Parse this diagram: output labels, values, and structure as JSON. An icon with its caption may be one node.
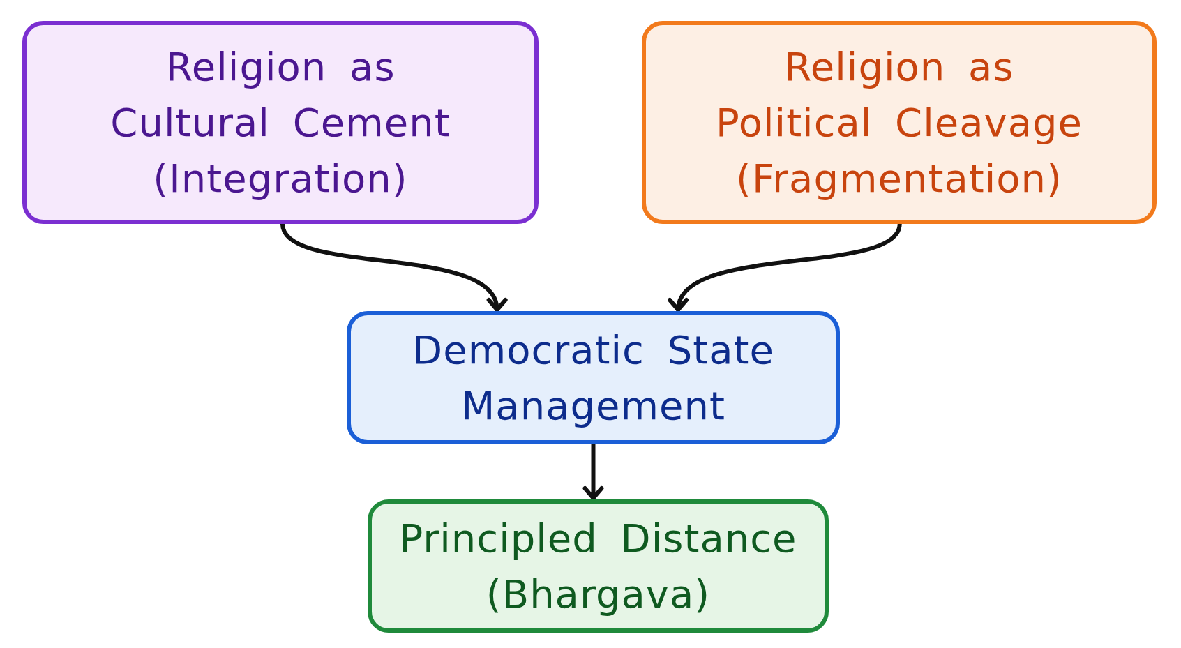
{
  "diagram": {
    "nodes": [
      {
        "text": [
          "Religion as Cultural Cement (Integration)"
        ]
      },
      {
        "text": [
          "Religion as Political Cleavage (Fragmentation)"
        ]
      },
      {
        "text": [
          "Democratic State Management"
        ]
      },
      {
        "text": [
          "Principled Distance (Bhargava)"
        ]
      }
    ],
    "edges": [
      {
        "from": 0,
        "to": 2,
        "arrow": "to"
      },
      {
        "from": 1,
        "to": 2,
        "arrow": "to"
      },
      {
        "from": 2,
        "to": 3,
        "arrow": "to"
      }
    ]
  }
}
